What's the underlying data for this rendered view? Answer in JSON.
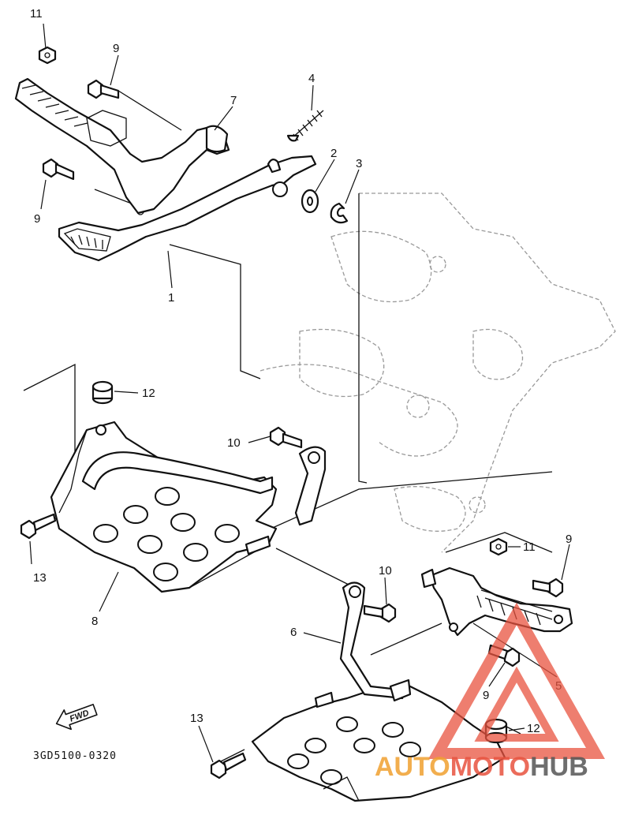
{
  "callouts": {
    "c1": "1",
    "c2": "2",
    "c3": "3",
    "c4": "4",
    "c5": "5",
    "c6": "6",
    "c7": "7",
    "c8": "8",
    "c9": "9",
    "c10": "10",
    "c11": "11",
    "c12": "12",
    "c13": "13"
  },
  "fwd_label": "FWD",
  "drawing_code": "3GD5100-0320",
  "watermark": {
    "part1": "AUTO",
    "part2": "MOTO",
    "part3": "HUB",
    "color_primary": "#e8533f",
    "color_secondary": "#f0a030",
    "color_dark": "#555555"
  }
}
